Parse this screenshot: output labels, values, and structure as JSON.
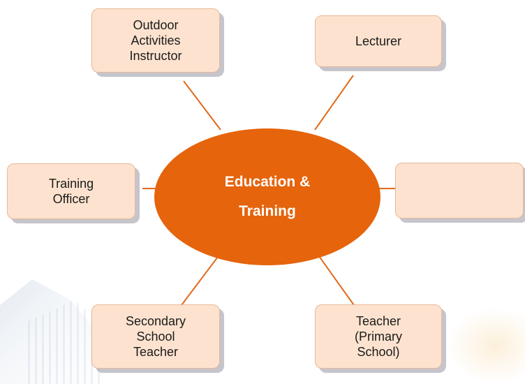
{
  "diagram": {
    "center": {
      "label": "Education &\nTraining",
      "color": "#e5640c"
    },
    "nodes": {
      "outdoor_instructor": "Outdoor\nActivities\nInstructor",
      "lecturer": "Lecturer",
      "training_officer": "Training\nOfficer",
      "empty_node": "",
      "secondary_teacher": "Secondary\nSchool\nTeacher",
      "primary_teacher": "Teacher\n(Primary\nSchool)"
    },
    "colors": {
      "node_fill": "#fde3cf",
      "node_border": "#e7b898",
      "connector": "#e06a1a"
    }
  }
}
